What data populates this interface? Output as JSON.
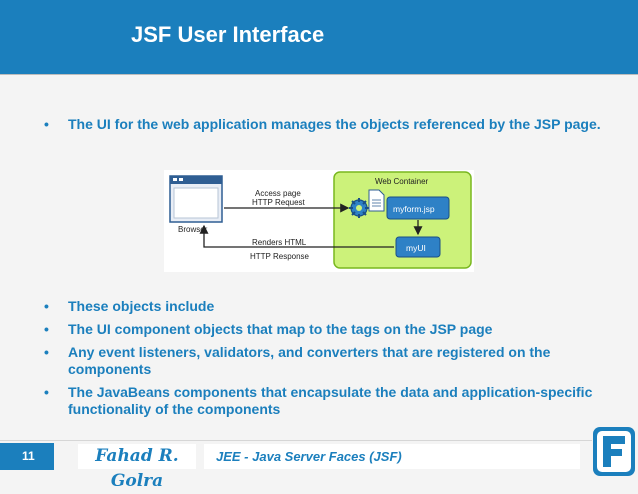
{
  "slide": {
    "title": "JSF User Interface",
    "bullets_top": [
      "The UI for the web application manages the objects referenced by the JSP page."
    ],
    "bullets_bottom": [
      "These objects include",
      "The UI component objects that map to the tags on the JSP page",
      "Any event listeners, validators, and converters that are registered on the components",
      "The JavaBeans components that encapsulate the data and application-specific functionality of the components"
    ],
    "bullet_symbol": "•"
  },
  "diagram": {
    "container_label": "Web Container",
    "browser_label": "Browser",
    "request_label_1": "Access page",
    "request_label_2": "HTTP Request",
    "response_label_1": "Renders HTML",
    "response_label_2": "HTTP Response",
    "jsp_label": "myform.jsp",
    "ui_label": "myUI"
  },
  "footer": {
    "page_number": "11",
    "author": "Fahad R. Golra",
    "course": "JEE - Java Server Faces (JSF)"
  },
  "colors": {
    "accent": "#1b7fbd",
    "container_fill": "#ccf27a",
    "container_border": "#79b81f",
    "box_fill": "#2e81c6"
  }
}
